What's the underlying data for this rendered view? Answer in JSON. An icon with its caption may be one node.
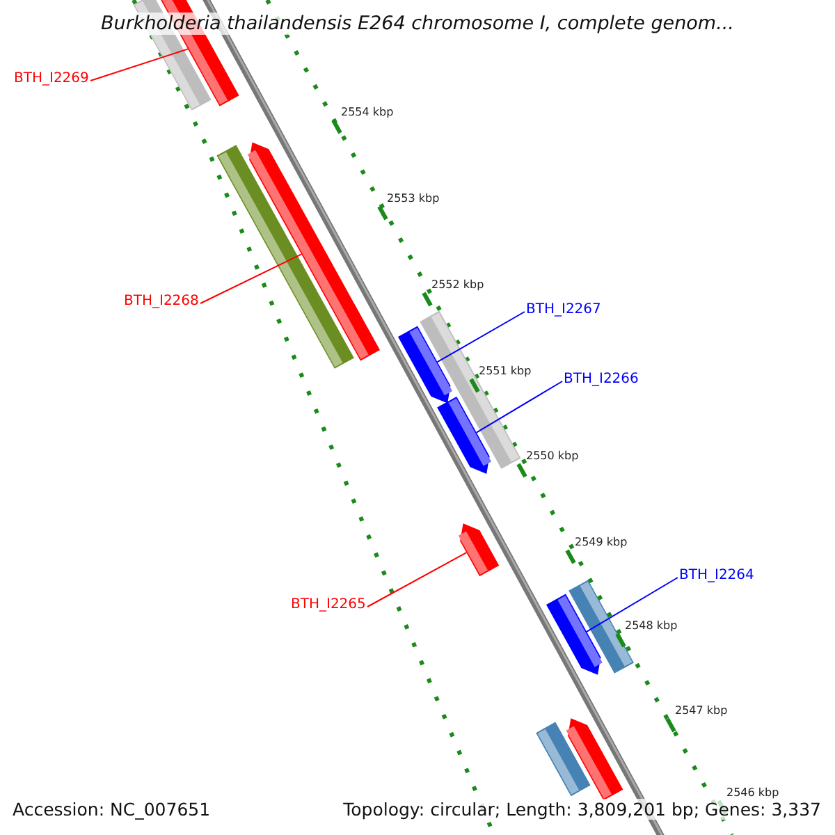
{
  "diagram": {
    "title": "Burkholderia thailandensis E264 chromosome I, complete genom...",
    "nodes": [
      {
        "text": [
          "BTH_I2269"
        ]
      },
      {
        "text": [
          "BTH_I2268"
        ]
      },
      {
        "text": [
          "BTH_I2267"
        ]
      },
      {
        "text": [
          "BTH_I2266"
        ]
      },
      {
        "text": [
          "BTH_I2265"
        ]
      },
      {
        "text": [
          "BTH_I2264"
        ]
      },
      {
        "text": [],
        "shape": "bar"
      },
      {
        "text": [],
        "shape": "bar"
      },
      {
        "text": [],
        "shape": "bar"
      },
      {
        "text": [],
        "shape": "arrow"
      },
      {
        "text": [],
        "shape": "arrow"
      },
      {
        "text": [],
        "shape": "bar"
      },
      {
        "text": [],
        "shape": "arrow"
      },
      {
        "text": [],
        "shape": "arrow"
      },
      {
        "text": [],
        "shape": "arrow"
      },
      {
        "text": [],
        "shape": "bar"
      },
      {
        "text": [],
        "shape": "bar"
      },
      {
        "text": [],
        "shape": "arrow"
      }
    ],
    "edges": [
      {
        "from": 0,
        "to": 7,
        "arrow": "none",
        "color": "#ff0000"
      },
      {
        "from": 1,
        "to": 9,
        "arrow": "none",
        "color": "#ff0000"
      },
      {
        "from": 2,
        "to": 10,
        "arrow": "none",
        "color": "#0000ff"
      },
      {
        "from": 3,
        "to": 12,
        "arrow": "none",
        "color": "#0000ff"
      },
      {
        "from": 4,
        "to": 13,
        "arrow": "none",
        "color": "#ff0000"
      },
      {
        "from": 5,
        "to": 14,
        "arrow": "none",
        "color": "#0000ff"
      }
    ],
    "labels": [
      "2554 kbp",
      "2553 kbp",
      "2552 kbp",
      "2551 kbp",
      "2550 kbp",
      "2549 kbp",
      "2548 kbp",
      "2547 kbp",
      "2546 kbp",
      "Accession: NC_007651",
      "Topology: circular; Length: 3,809,201 bp; Genes: 3,337"
    ]
  }
}
